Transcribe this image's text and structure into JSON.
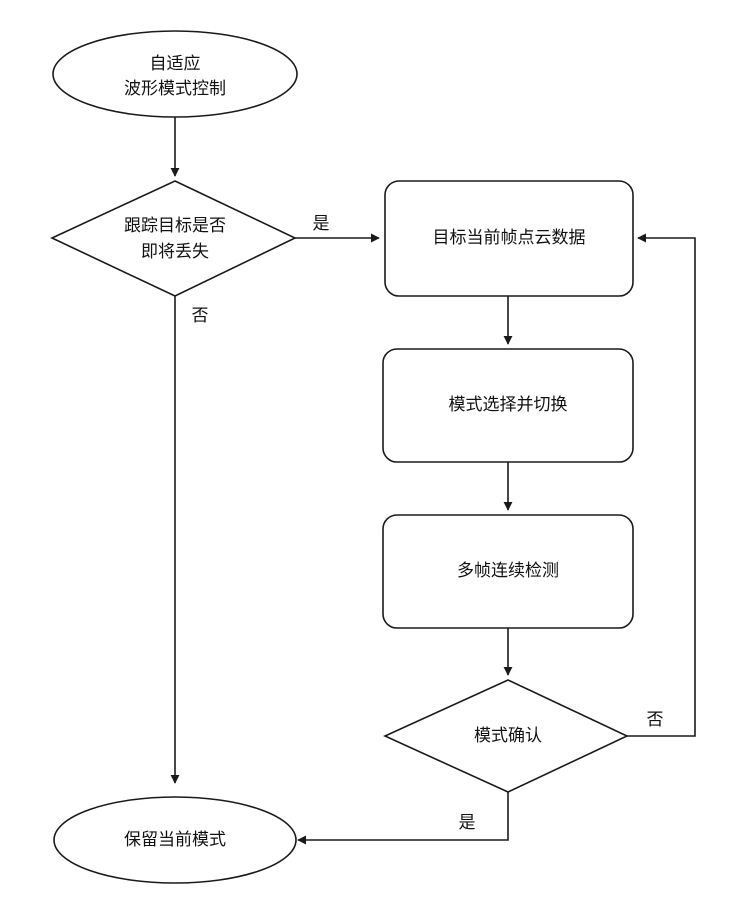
{
  "nodes": {
    "start": {
      "line1": "自适应",
      "line2": "波形模式控制"
    },
    "decision_lost": {
      "line1": "跟踪目标是否",
      "line2": "即将丢失"
    },
    "current_frame": {
      "label": "目标当前帧点云数据"
    },
    "mode_switch": {
      "label": "模式选择并切换"
    },
    "multi_frame": {
      "label": "多帧连续检测"
    },
    "decision_confirm": {
      "label": "模式确认"
    },
    "end": {
      "label": "保留当前模式"
    }
  },
  "edge_labels": {
    "lost_yes": "是",
    "lost_no": "否",
    "confirm_no": "否",
    "confirm_yes": "是"
  }
}
